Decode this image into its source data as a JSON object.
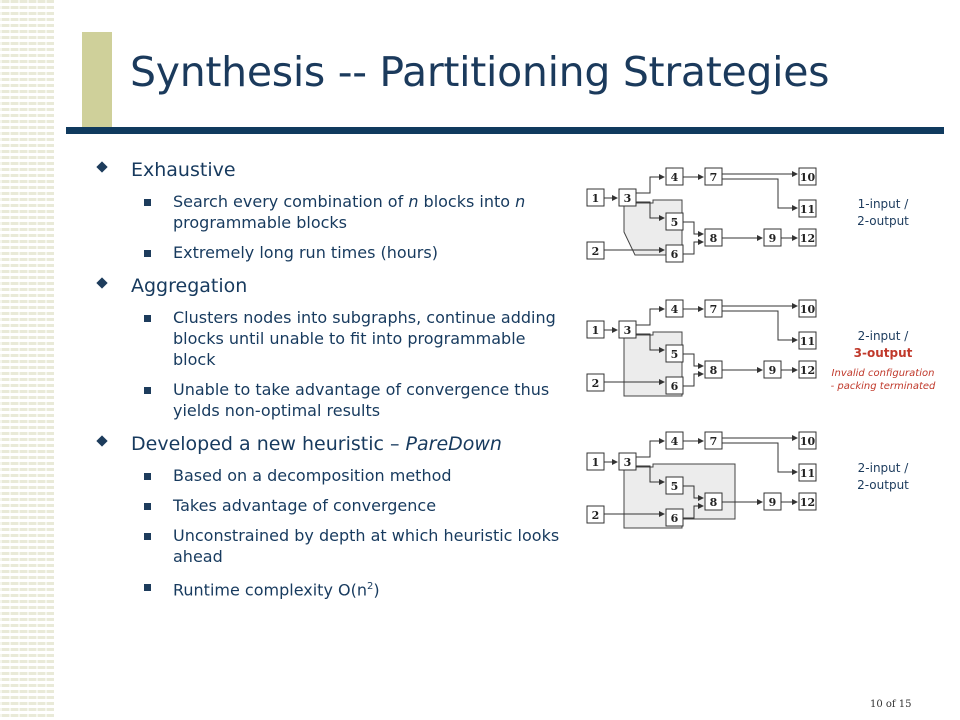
{
  "slide": {
    "title": "Synthesis -- Partitioning Strategies",
    "page_label": "10 of 15"
  },
  "bullets": {
    "exhaustive": {
      "label": "Exhaustive",
      "items": [
        {
          "pre": "Search every combination of ",
          "em1": "n",
          "mid": " blocks into ",
          "em2": "n",
          "post": " programmable blocks"
        },
        {
          "text": "Extremely long run times (hours)"
        }
      ]
    },
    "aggregation": {
      "label": "Aggregation",
      "items": [
        "Clusters nodes into subgraphs, continue adding blocks until unable to fit into programmable block",
        "Unable to take advantage of convergence thus yields non-optimal results"
      ]
    },
    "paredown": {
      "label_pre": "Developed a new heuristic – ",
      "label_em": "PareDown",
      "items": [
        "Based on a decomposition method",
        "Takes advantage of convergence",
        "Unconstrained by depth at which heuristic looks ahead"
      ],
      "complexity_pre": "Runtime complexity O(n",
      "complexity_sup": "2",
      "complexity_post": ")"
    }
  },
  "diagrams": {
    "node_labels": [
      "1",
      "2",
      "3",
      "4",
      "5",
      "6",
      "7",
      "8",
      "9",
      "10",
      "11",
      "12"
    ],
    "captions": [
      {
        "line1": "1-input /",
        "line2": "2-output"
      },
      {
        "line1": "2-input /",
        "line2": "3-output",
        "note1": "Invalid configuration",
        "note2": "- packing terminated"
      },
      {
        "line1": "2-input /",
        "line2": "2-output"
      }
    ],
    "colors": {
      "invalid": "#c0392b",
      "caption": "#1b3a5c",
      "partition": "#ececec"
    }
  }
}
